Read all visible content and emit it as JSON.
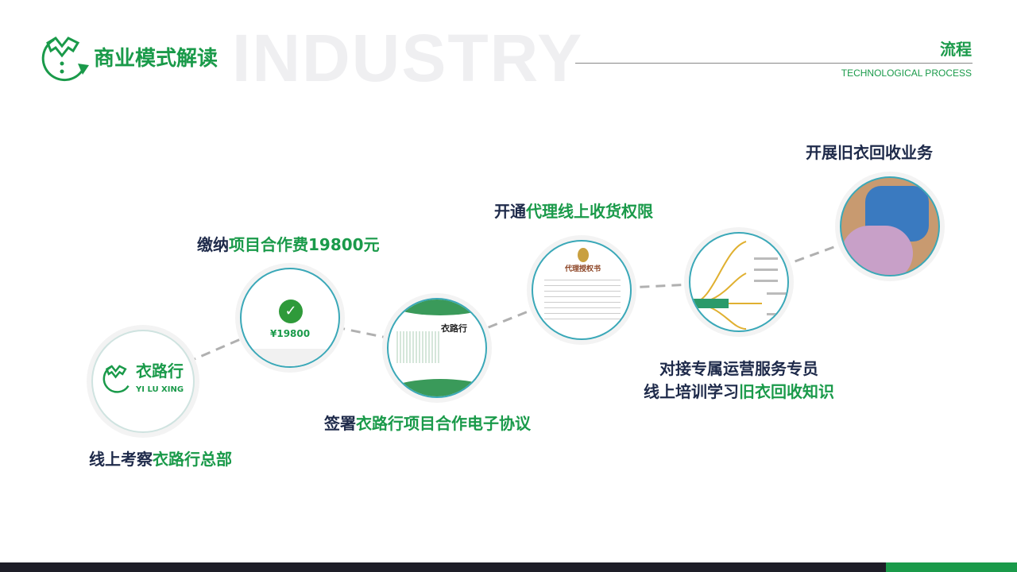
{
  "header": {
    "watermark": "INDUSTRY",
    "title": "商业模式解读",
    "right_title": "流程",
    "right_subtitle": "TECHNOLOGICAL PROCESS"
  },
  "steps": [
    {
      "pre": "线上考察",
      "hl": "衣路行总部"
    },
    {
      "pre": "缴纳",
      "hl": "项目合作费19800元"
    },
    {
      "pre": "签署",
      "hl": "衣路行项目合作电子协议"
    },
    {
      "pre": "开通",
      "hl": "代理线上收货权限"
    },
    {
      "line1": "对接专属运营服务专员",
      "pre": "线上培训学习",
      "hl": "旧衣回收知识"
    },
    {
      "pre": "开展旧衣回收业务",
      "hl": ""
    }
  ],
  "images": {
    "logo_cn": "衣路行",
    "logo_en": "YI LU XING",
    "payment_amount": "¥19800",
    "contract_title": "衣路行",
    "cert_title": "代理授权书"
  },
  "colors": {
    "accent": "#1a9a4a",
    "text": "#1e2a4a",
    "ring": "#3aa8b8"
  }
}
